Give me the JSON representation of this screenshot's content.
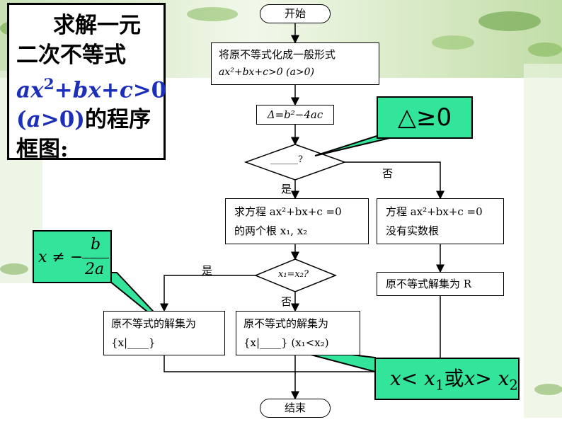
{
  "title": {
    "line1": "求解一元",
    "line2": "二次不等式",
    "line3_a": "ax",
    "line3_b": "2",
    "line3_c": "+",
    "line3_d": "bx",
    "line3_e": "+",
    "line3_f": "c",
    "line3_g": ">0",
    "line4_a": "(",
    "line4_b": "a",
    "line4_c": ">0)",
    "line4_d": "的程序",
    "line5": "框图:"
  },
  "flow": {
    "start": "开始",
    "step1_line1": "将原不等式化成一般形式",
    "step1_line2": "ax²+bx+c>0 (a>0)",
    "step2": "Δ=b²−4ac",
    "decision1": "______?",
    "yes1": "是",
    "no1": "否",
    "roots_line1": "求方程 ax²+bx+c =0",
    "roots_line2": "的两个根 x₁, x₂",
    "noroots_line1": "方程 ax²+bx+c =0",
    "noroots_line2": "没有实数根",
    "decision2": "x₁=x₂?",
    "yes2": "是",
    "no2": "否",
    "solR": "原不等式解集为 R",
    "solA_line1": "原不等式的解集为",
    "solA_line2": "{x|____}",
    "solB_line1": "原不等式的解集为",
    "solB_line2": "{x|____} (x₁<x₂)",
    "end": "结束"
  },
  "callouts": {
    "delta": "△≥0",
    "xneq_left": "x ≠ −",
    "xneq_num": "b",
    "xneq_den": "2a",
    "range_x1": "x",
    "range_lt": "< ",
    "range_x1b": "x",
    "range_sub1": "1",
    "range_or": "或",
    "range_x2": "x",
    "range_gt": "> ",
    "range_x2b": "x",
    "range_sub2": "2"
  },
  "colors": {
    "callout_fill": "#33e59a",
    "title_formula": "#1c2fb8",
    "leaf_background": "#5f9b3a"
  }
}
